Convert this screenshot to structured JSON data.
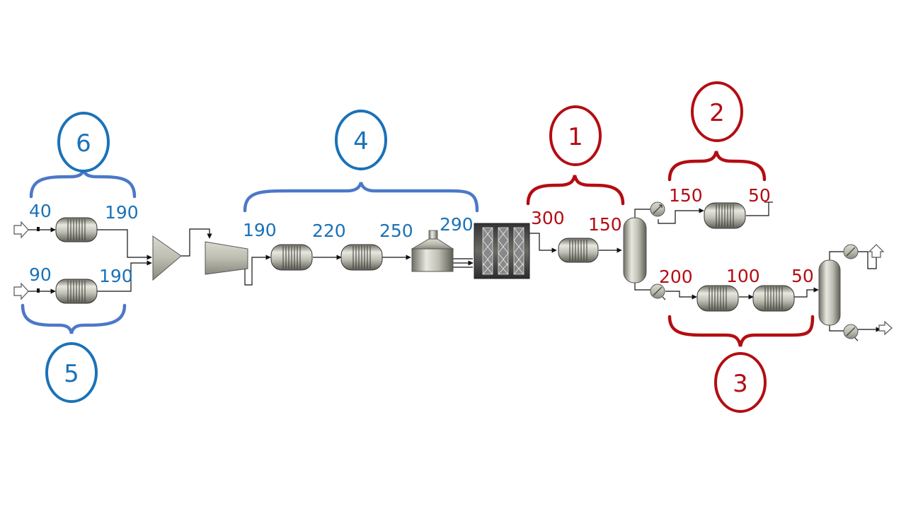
{
  "colors": {
    "blue": "#1a72b8",
    "red": "#b30d12",
    "brace_blue": "#4c78c8",
    "equipment": "#9a9a8e"
  },
  "groups": [
    {
      "id": "6",
      "label": "6",
      "color": "blue"
    },
    {
      "id": "5",
      "label": "5",
      "color": "blue"
    },
    {
      "id": "4",
      "label": "4",
      "color": "blue"
    },
    {
      "id": "1",
      "label": "1",
      "color": "red"
    },
    {
      "id": "2",
      "label": "2",
      "color": "red"
    },
    {
      "id": "3",
      "label": "3",
      "color": "red"
    }
  ],
  "temperatures": {
    "g6_in": "40",
    "g6_out": "190",
    "g5_in": "90",
    "g5_out": "190",
    "g4_a": "190",
    "g4_b": "220",
    "g4_c": "250",
    "g4_d": "290",
    "g1_in": "300",
    "g1_out": "150",
    "g2_in": "150",
    "g2_out": "50",
    "g3_a": "200",
    "g3_b": "100",
    "g3_c": "50"
  },
  "icons": [
    "inlet-arrow-icon",
    "heat-exchanger-icon",
    "mixer-icon",
    "compressor-icon",
    "vessel-icon",
    "reactor-icon",
    "column-icon",
    "condenser-icon",
    "outlet-arrow-icon"
  ]
}
